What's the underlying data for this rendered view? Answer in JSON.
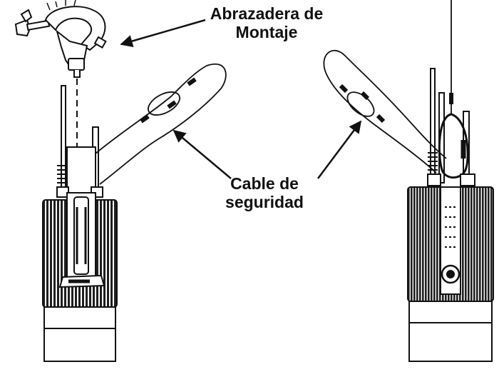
{
  "labels": {
    "mounting_clamp_line1": "Abrazadera de",
    "mounting_clamp_line2": "Montaje",
    "safety_cable_line1": "Cable de",
    "safety_cable_line2": "seguridad"
  },
  "colors": {
    "ink": "#111111",
    "fin_dark": "#1f1f1f",
    "paper": "#ffffff"
  }
}
